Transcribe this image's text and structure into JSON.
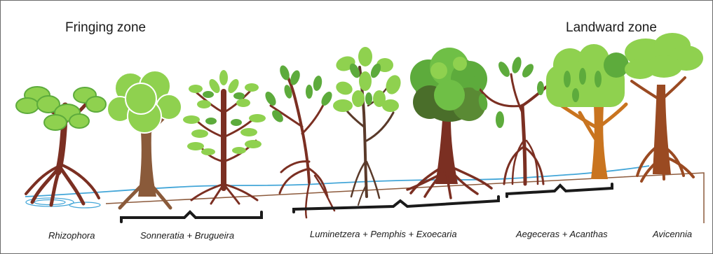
{
  "zones": {
    "fringing": "Fringing zone",
    "landward": "Landward zone"
  },
  "species": [
    "Rhizophora",
    "Sonneratia + Brugueira",
    "Luminetzera + Pemphis + Exoecaria",
    "Aegeceras + Acanthas",
    "Avicennia"
  ],
  "colors": {
    "trunk_red": "#7b2f22",
    "trunk_brown": "#8a5a3a",
    "trunk_orange": "#c9741f",
    "leaf_light": "#8fd14f",
    "leaf_mid": "#5dab3c",
    "leaf_dark": "#4a6e2a",
    "water": "#43a6d8",
    "ground": "#8c5a3c",
    "brace": "#1a1a1a"
  }
}
